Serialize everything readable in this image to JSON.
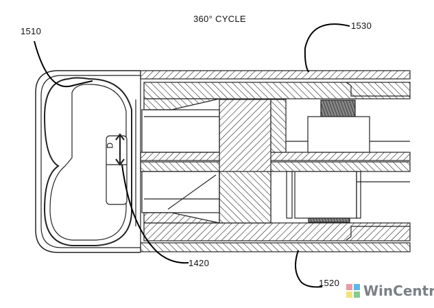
{
  "figure": {
    "title": "360° CYCLE",
    "labels": {
      "l1510": "1510",
      "l1530": "1530",
      "l1420": "1420",
      "l1520": "1520",
      "dimension": "D"
    }
  },
  "watermark": {
    "text": "WinCentral",
    "colors": [
      "#e89aa6",
      "#5bb8e6",
      "#f3e27a",
      "#86c98f"
    ],
    "text_color": "#7b7f86"
  }
}
